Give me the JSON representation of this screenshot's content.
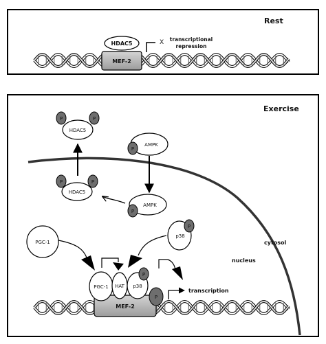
{
  "rest_panel": {
    "title": "Rest",
    "hdac5": "HDAC5",
    "mef2": "MEF-2",
    "x_mark": "X",
    "repression_line1": "transcriptional",
    "repression_line2": "repression"
  },
  "exercise_panel": {
    "title": "Exercise",
    "phospho": "P",
    "hdac5": "HDAC5",
    "ampk": "AMPK",
    "pgc1": "PGC-1",
    "p38": "p38",
    "hat": "HAT",
    "mef2": "MEF-2",
    "cytosol": "cytosol",
    "nucleus": "nucleus",
    "transcription": "transcription"
  },
  "colors": {
    "phospho_fill": "#6e6e6e",
    "mef2_fill": "#b8b8b8",
    "frame": "#000000"
  }
}
